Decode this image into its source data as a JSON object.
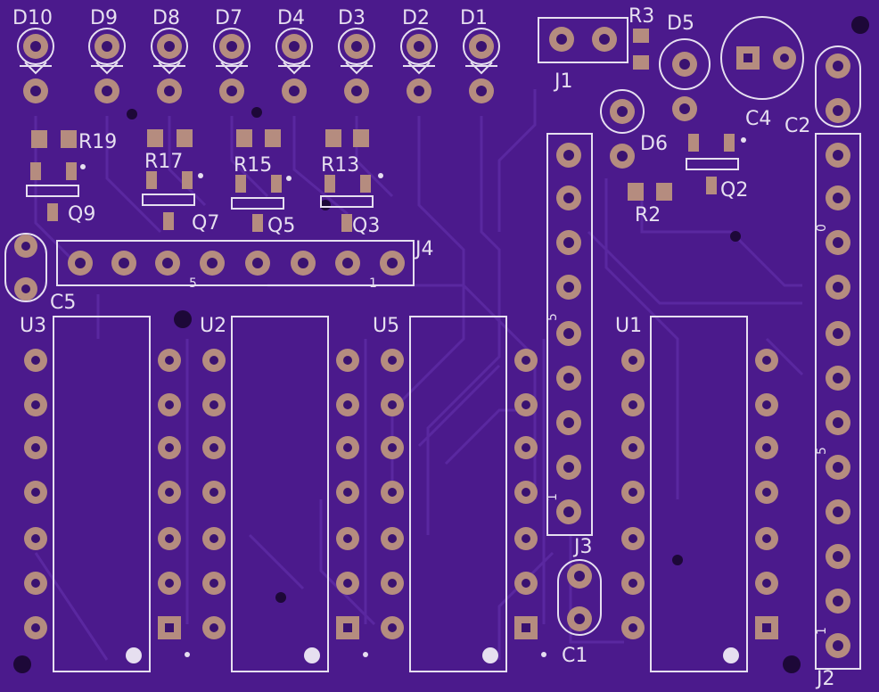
{
  "colors": {
    "board": "#4b1a8c",
    "trace": "#5a28a0",
    "silk": "#e6dff0",
    "pad": "#b58c7f",
    "hole": "#3a1270"
  },
  "labels": {
    "d10": "D10",
    "d9": "D9",
    "d8": "D8",
    "d7": "D7",
    "d4": "D4",
    "d3": "D3",
    "d2": "D2",
    "d1": "D1",
    "r3": "R3",
    "d5": "D5",
    "j1": "J1",
    "c4": "C4",
    "c2": "C2",
    "d6": "D6",
    "q2": "Q2",
    "r2": "R2",
    "r19": "R19",
    "r17": "R17",
    "r15": "R15",
    "r13": "R13",
    "q9": "Q9",
    "q7": "Q7",
    "q5": "Q5",
    "q3": "Q3",
    "j4": "J4",
    "c5": "C5",
    "u3": "U3",
    "u2": "U2",
    "u5": "U5",
    "u1": "U1",
    "j3": "J3",
    "c1": "C1",
    "j2": "J2"
  },
  "pin_marks": {
    "j4_left": "5",
    "j4_right": "1",
    "header_mid_top": "5",
    "header_mid_bottom": "1",
    "j2_top": "0",
    "j2_mid": "5",
    "j2_bottom": "1"
  }
}
